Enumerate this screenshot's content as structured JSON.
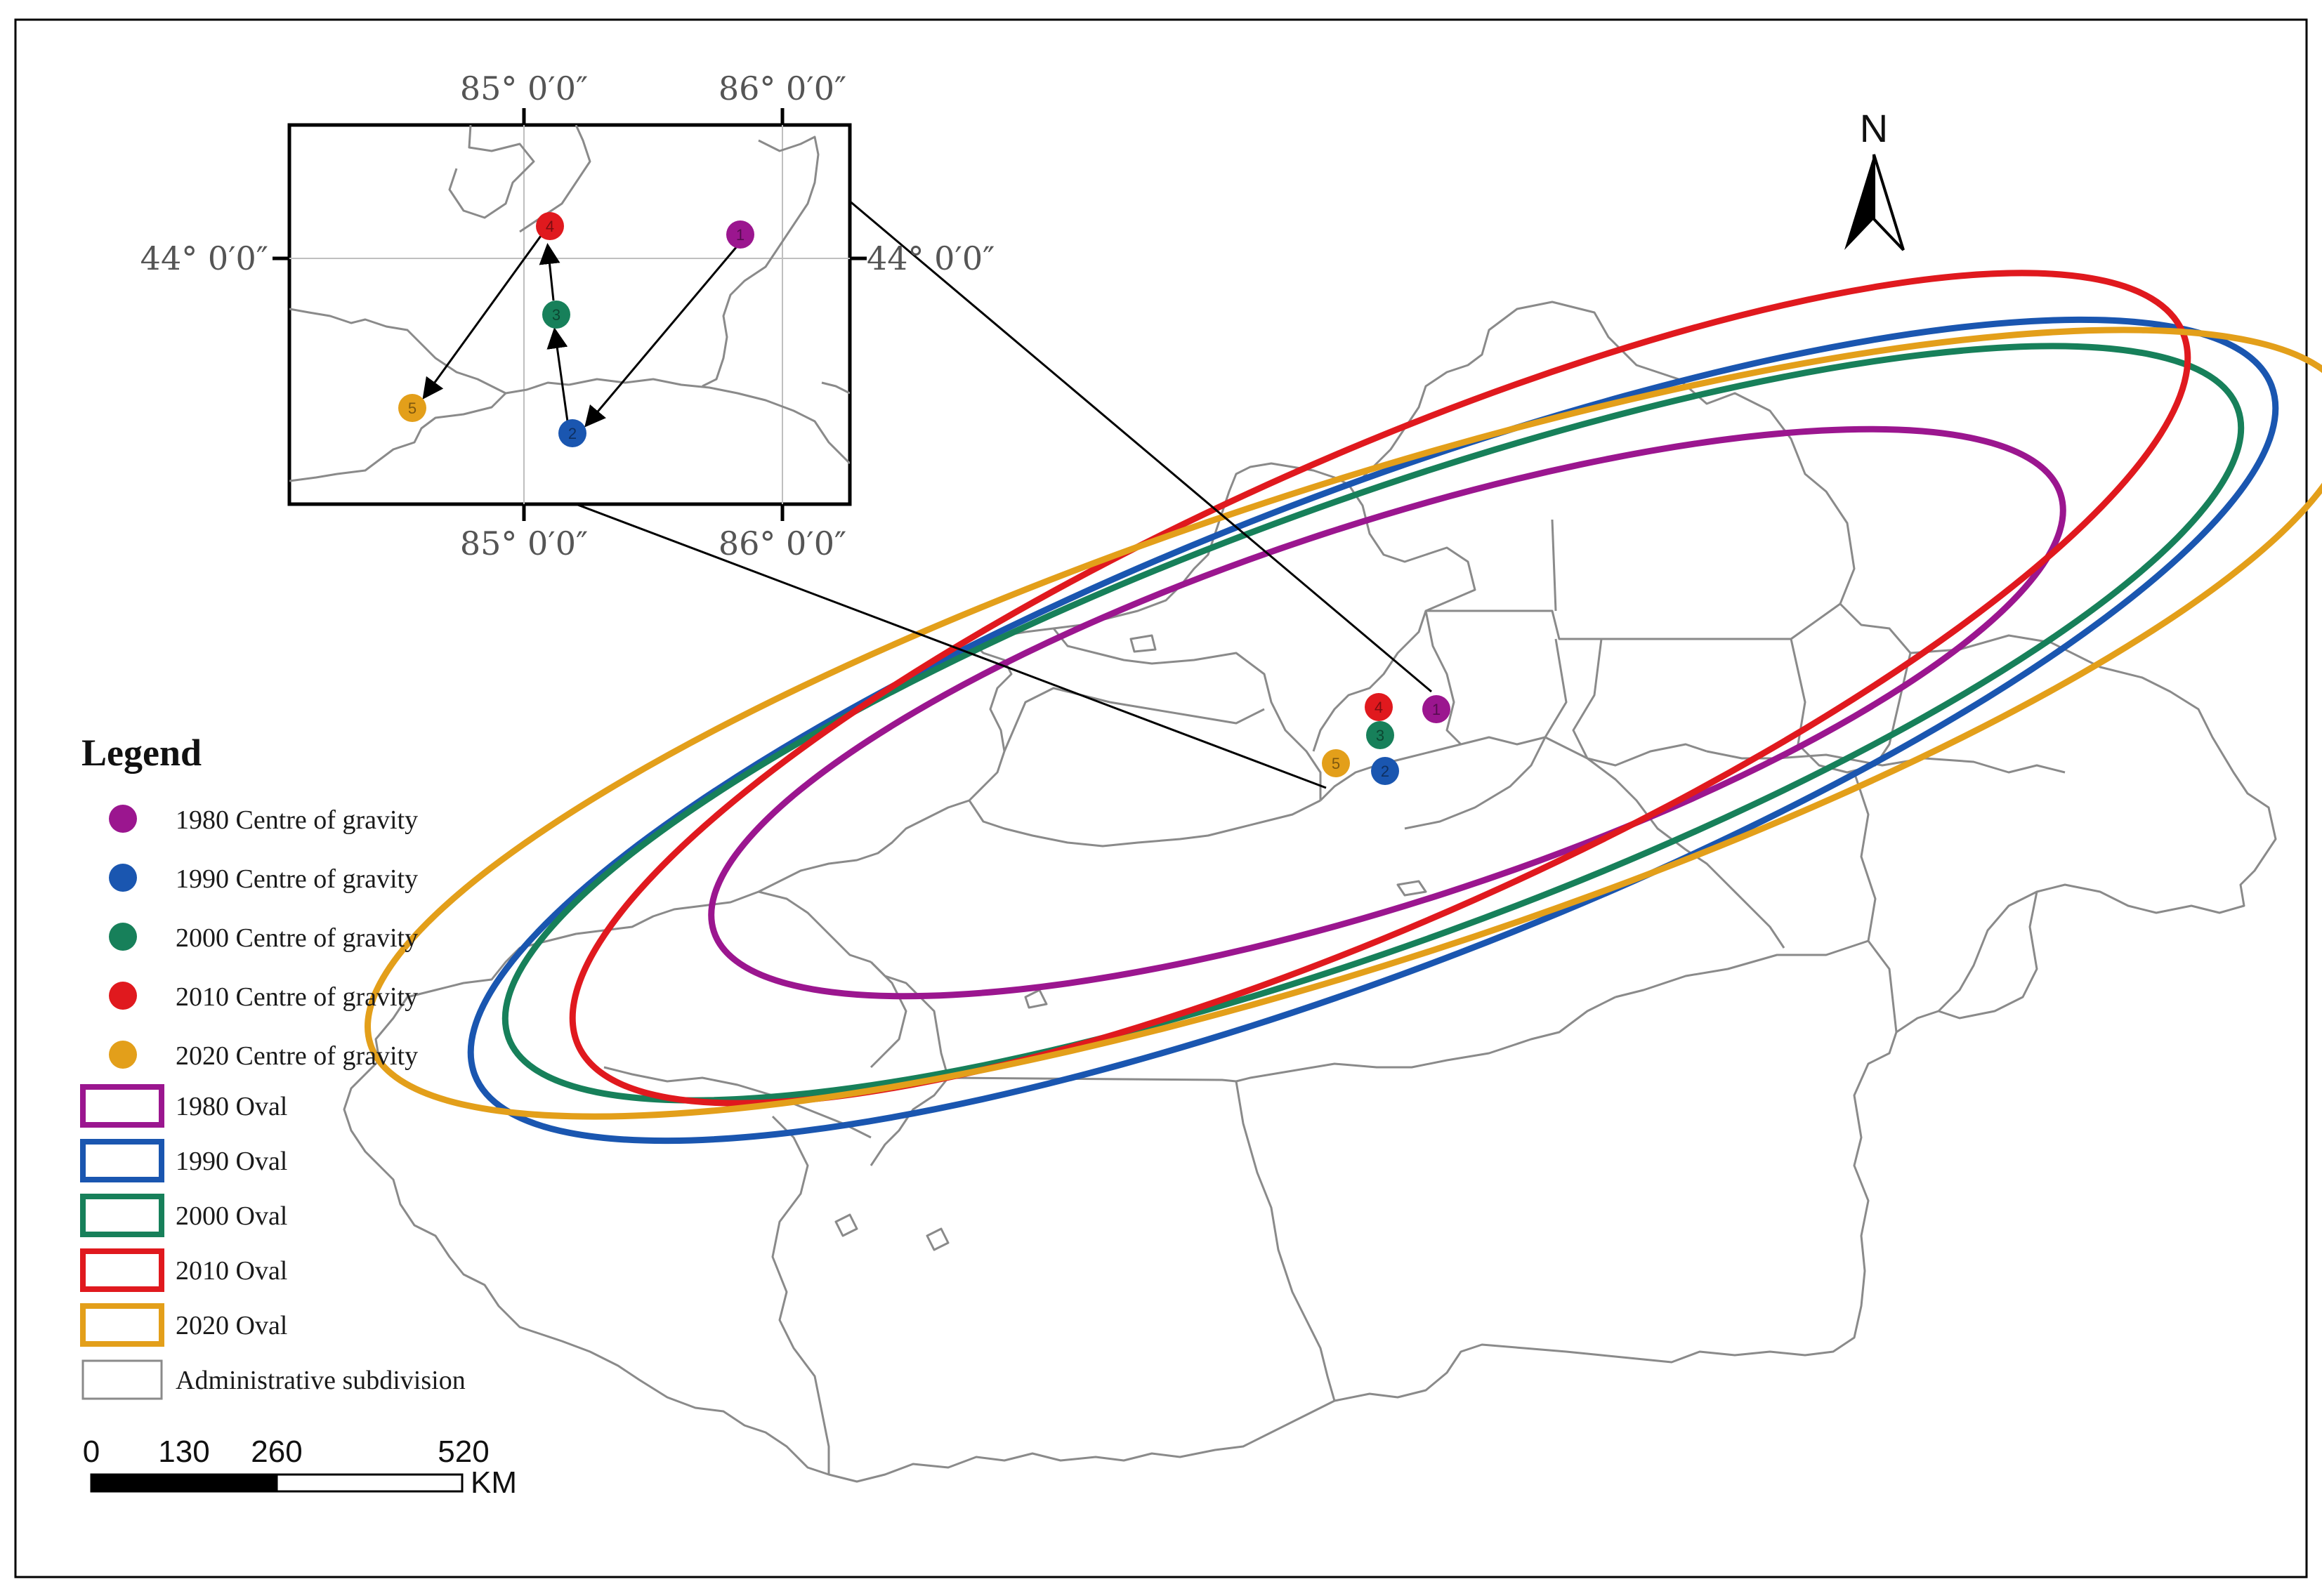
{
  "colors": {
    "y1980": "#9b168f",
    "y1990": "#1a56b0",
    "y2000": "#17805a",
    "y2010": "#e0191e",
    "y2020": "#e39f1a",
    "boundary": "#8a8a8a"
  },
  "north_arrow": {
    "label": "N"
  },
  "inset": {
    "top_labels": [
      "85°  0′0″",
      "86°  0′0″"
    ],
    "bottom_labels": [
      "85°  0′0″",
      "86°  0′0″"
    ],
    "left_label": "44°  0′0″",
    "right_label": "44°  0′0″",
    "point_numbers": [
      "1",
      "2",
      "3",
      "4",
      "5"
    ]
  },
  "map_point_numbers": [
    "1",
    "2",
    "3",
    "4",
    "5"
  ],
  "legend": {
    "title": "Legend",
    "items": [
      {
        "label": "1980 Centre of gravity",
        "symbol": "circle",
        "color": "#9b168f"
      },
      {
        "label": "1990 Centre of gravity",
        "symbol": "circle",
        "color": "#1a56b0"
      },
      {
        "label": "2000 Centre of gravity",
        "symbol": "circle",
        "color": "#17805a"
      },
      {
        "label": "2010 Centre of gravity",
        "symbol": "circle",
        "color": "#e0191e"
      },
      {
        "label": "2020 Centre of gravity",
        "symbol": "circle",
        "color": "#e39f1a"
      },
      {
        "label": "1980 Oval",
        "symbol": "rect",
        "color": "#9b168f"
      },
      {
        "label": "1990 Oval",
        "symbol": "rect",
        "color": "#1a56b0"
      },
      {
        "label": "2000 Oval",
        "symbol": "rect",
        "color": "#17805a"
      },
      {
        "label": "2010 Oval",
        "symbol": "rect",
        "color": "#e0191e"
      },
      {
        "label": "2020 Oval",
        "symbol": "rect",
        "color": "#e39f1a"
      },
      {
        "label": "Administrative subdivision",
        "symbol": "rect",
        "color": "#8a8a8a"
      }
    ]
  },
  "scale_bar": {
    "ticks": [
      "0",
      "130",
      "260",
      "520"
    ],
    "unit": "KM"
  }
}
